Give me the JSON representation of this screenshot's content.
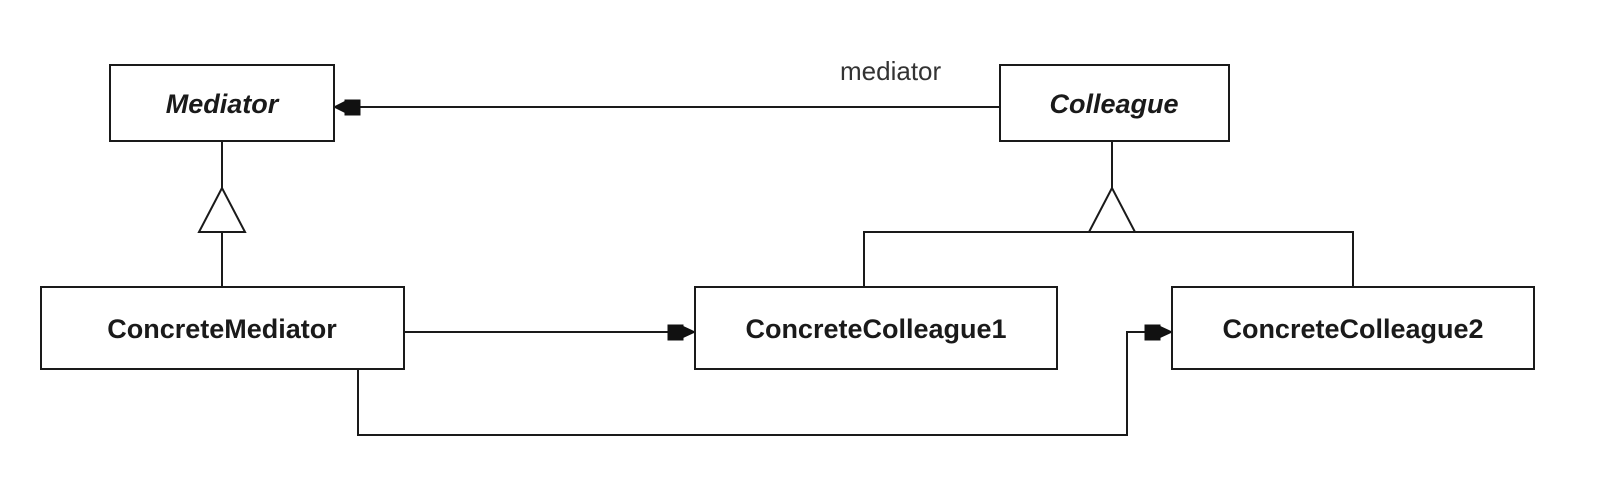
{
  "diagram": {
    "classes": {
      "mediator": {
        "name": "Mediator",
        "abstract": true
      },
      "colleague": {
        "name": "Colleague",
        "abstract": true
      },
      "concrete_mediator": {
        "name": "ConcreteMediator",
        "abstract": false
      },
      "concrete_colleague1": {
        "name": "ConcreteColleague1",
        "abstract": false
      },
      "concrete_colleague2": {
        "name": "ConcreteColleague2",
        "abstract": false
      }
    },
    "associations": {
      "colleague_to_mediator": {
        "role": "mediator"
      }
    }
  }
}
